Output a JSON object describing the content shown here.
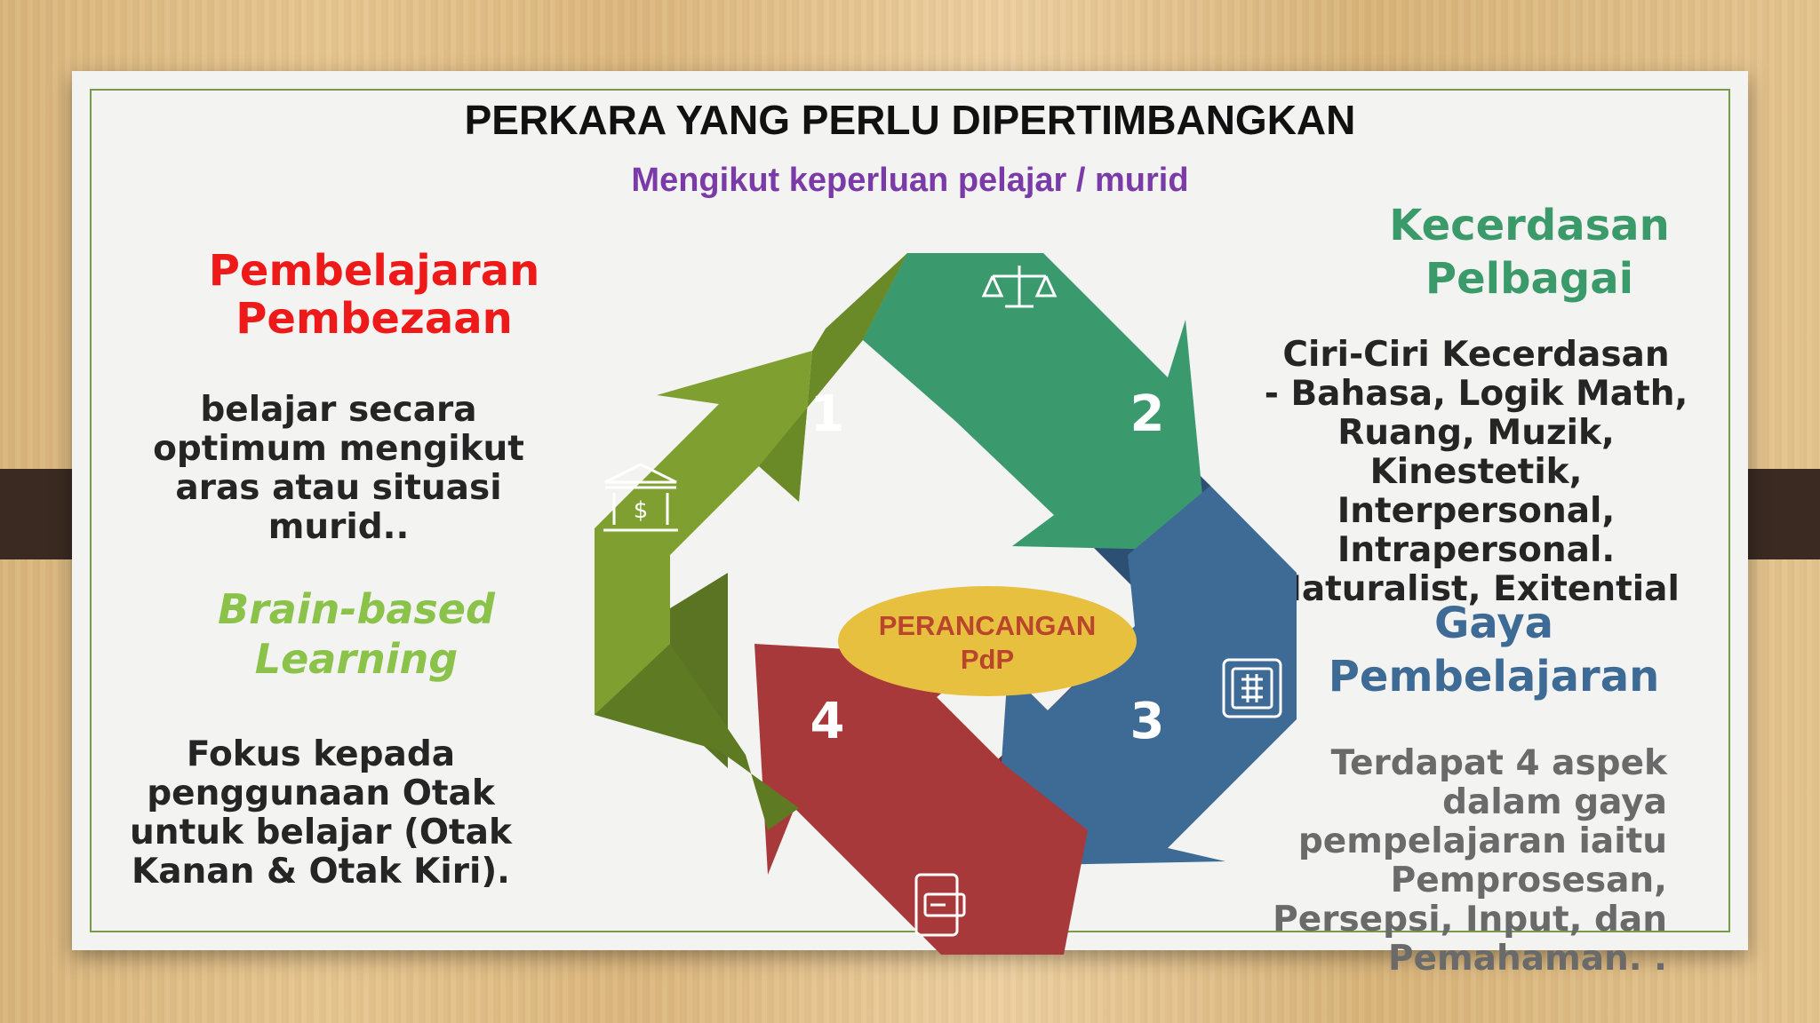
{
  "title": "PERKARA YANG PERLU DIPERTIMBANGKAN",
  "subtitle": "Mengikut keperluan pelajar / murid",
  "left": {
    "heading_1": "Pembelajaran",
    "heading_2": "Pembezaan",
    "desc": [
      "belajar secara",
      "optimum mengikut",
      "aras atau situasi",
      "murid.."
    ],
    "brain_1": "Brain-based",
    "brain_2": "Learning",
    "focus": [
      "Fokus kepada",
      "penggunaan Otak",
      "untuk belajar (Otak",
      "Kanan & Otak Kiri)."
    ]
  },
  "right": {
    "heading_1": "Kecerdasan",
    "heading_2": "Pelbagai",
    "list": [
      "Ciri-Ciri Kecerdasan",
      "- Bahasa, Logik Math,",
      "Ruang, Muzik,",
      "Kinestetik,",
      "Interpersonal,",
      "Intrapersonal.",
      "Naturalist, Exitential"
    ],
    "gaya_1": "Gaya",
    "gaya_2": "Pembelajaran",
    "aspek": [
      "Terdapat 4 aspek",
      "dalam gaya",
      "pempelajaran iaitu",
      "Pemprosesan,",
      "Persepsi, Input, dan",
      "Pemahaman. ."
    ]
  },
  "diagram": {
    "center_1": "PERANCANGAN",
    "center_2": "PdP",
    "steps": [
      "1",
      "2",
      "3",
      "4"
    ],
    "icons": [
      "balance-scale-icon",
      "safe-icon",
      "mobile-payment-icon",
      "bank-icon"
    ],
    "colors": {
      "green": "#7fa030",
      "teal": "#3a9a6e",
      "blue": "#3e6a96",
      "red": "#a8393a",
      "ellipse": "#e8c040",
      "center_text": "#b8452c"
    }
  }
}
